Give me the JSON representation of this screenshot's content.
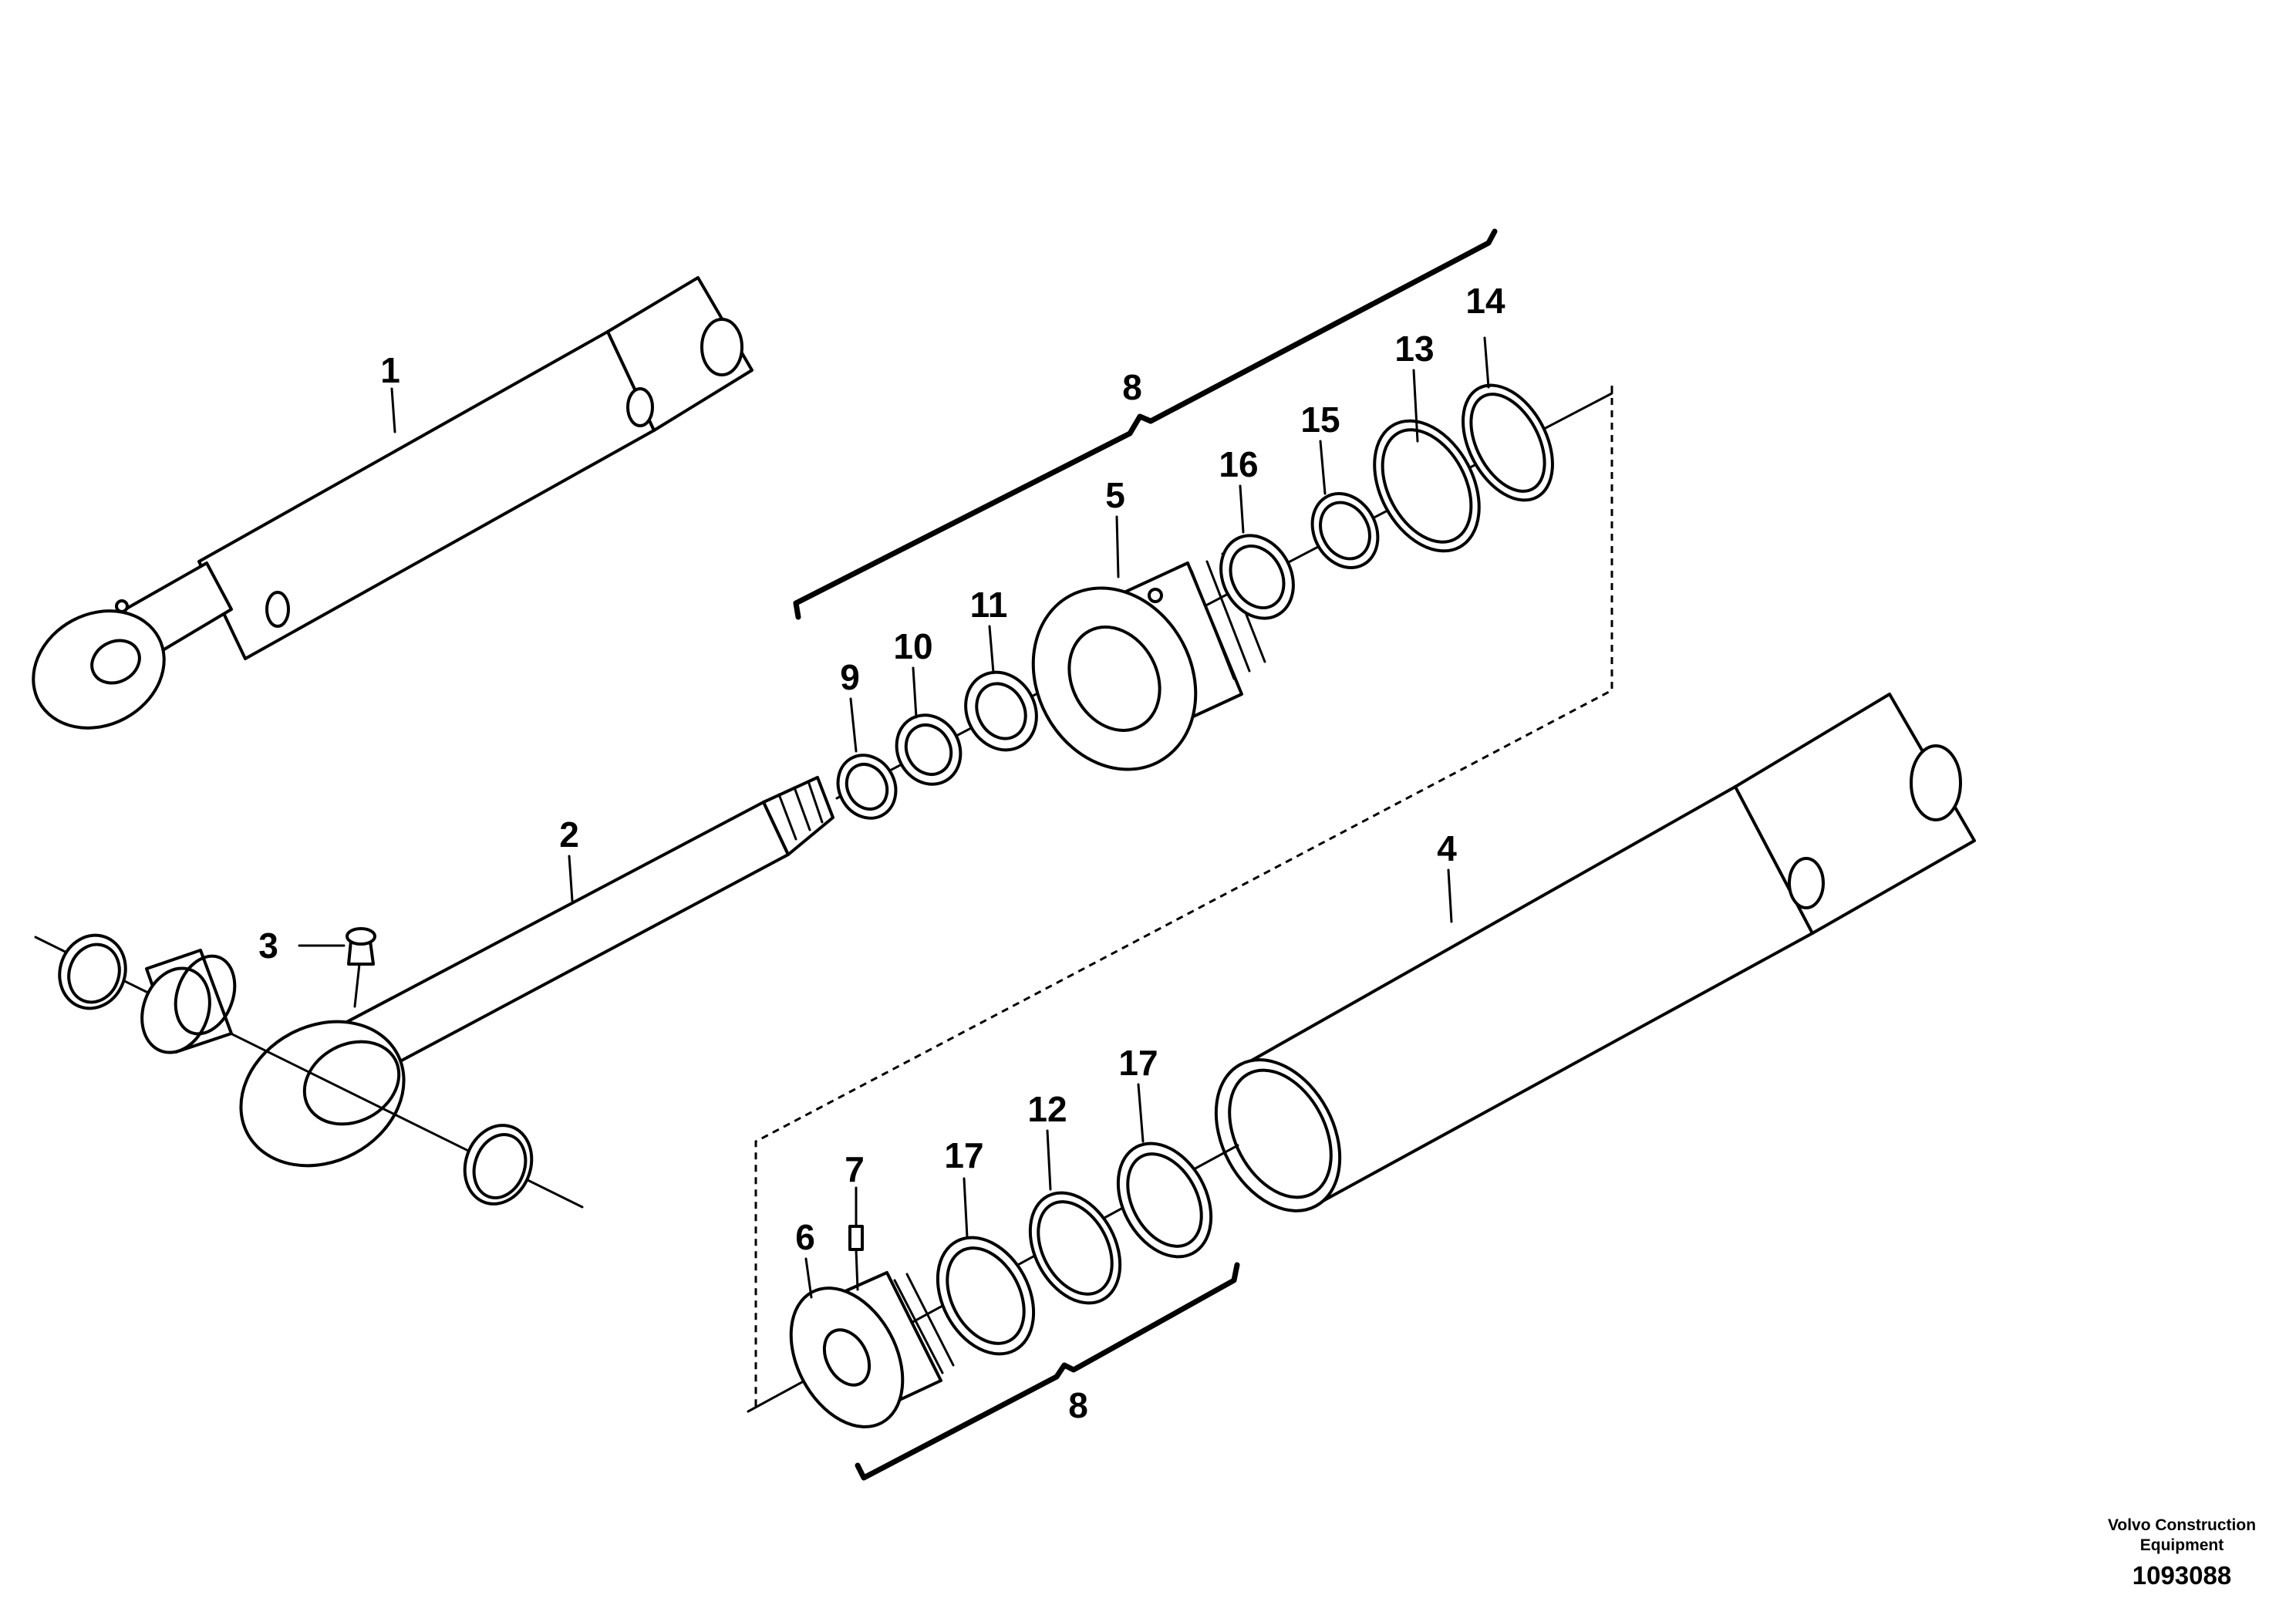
{
  "callouts": {
    "c1": "1",
    "c2": "2",
    "c3": "3",
    "c4": "4",
    "c5": "5",
    "c6": "6",
    "c7": "7",
    "c8_top": "8",
    "c8_bottom": "8",
    "c9": "9",
    "c10": "10",
    "c11": "11",
    "c12": "12",
    "c13": "13",
    "c14": "14",
    "c15": "15",
    "c16": "16",
    "c17_a": "17",
    "c17_b": "17"
  },
  "footer": {
    "company_line1": "Volvo Construction",
    "company_line2": "Equipment",
    "drawing_number": "1093088"
  }
}
